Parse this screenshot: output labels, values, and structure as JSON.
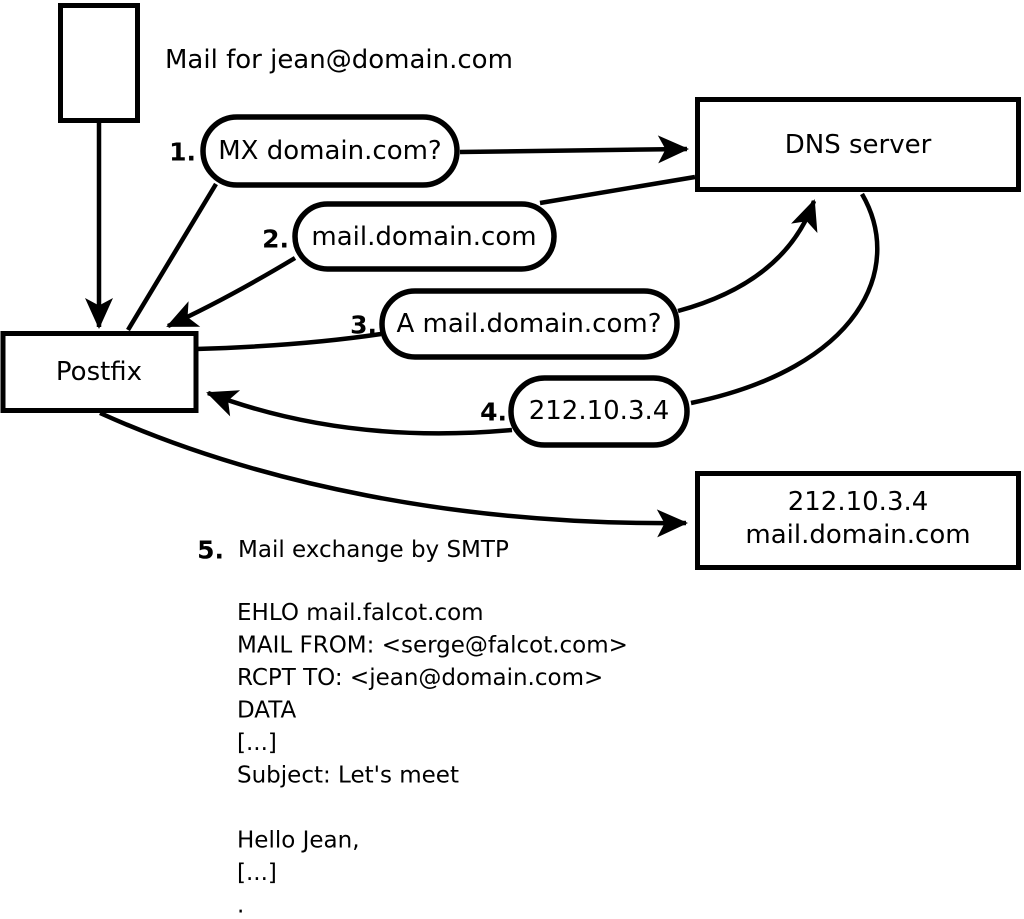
{
  "colors": {
    "ink": "#000000",
    "paper": "#ffffff"
  },
  "nodes": {
    "mail_note": "Mail for jean@domain.com",
    "postfix": "Postfix",
    "dns": "DNS server",
    "mail_server": {
      "ip": "212.10.3.4",
      "host": "mail.domain.com"
    }
  },
  "steps": [
    {
      "num": "1.",
      "label": "MX domain.com?"
    },
    {
      "num": "2.",
      "label": "mail.domain.com"
    },
    {
      "num": "3.",
      "label": "A mail.domain.com?"
    },
    {
      "num": "4.",
      "label": "212.10.3.4"
    },
    {
      "num": "5.",
      "label": "Mail exchange by SMTP"
    }
  ],
  "smtp_session": {
    "lines": [
      "EHLO mail.falcot.com",
      "MAIL FROM: <serge@falcot.com>",
      "RCPT TO: <jean@domain.com>",
      "DATA",
      "[...]",
      "Subject: Let's meet",
      "",
      "Hello Jean,",
      "[...]",
      "."
    ]
  }
}
